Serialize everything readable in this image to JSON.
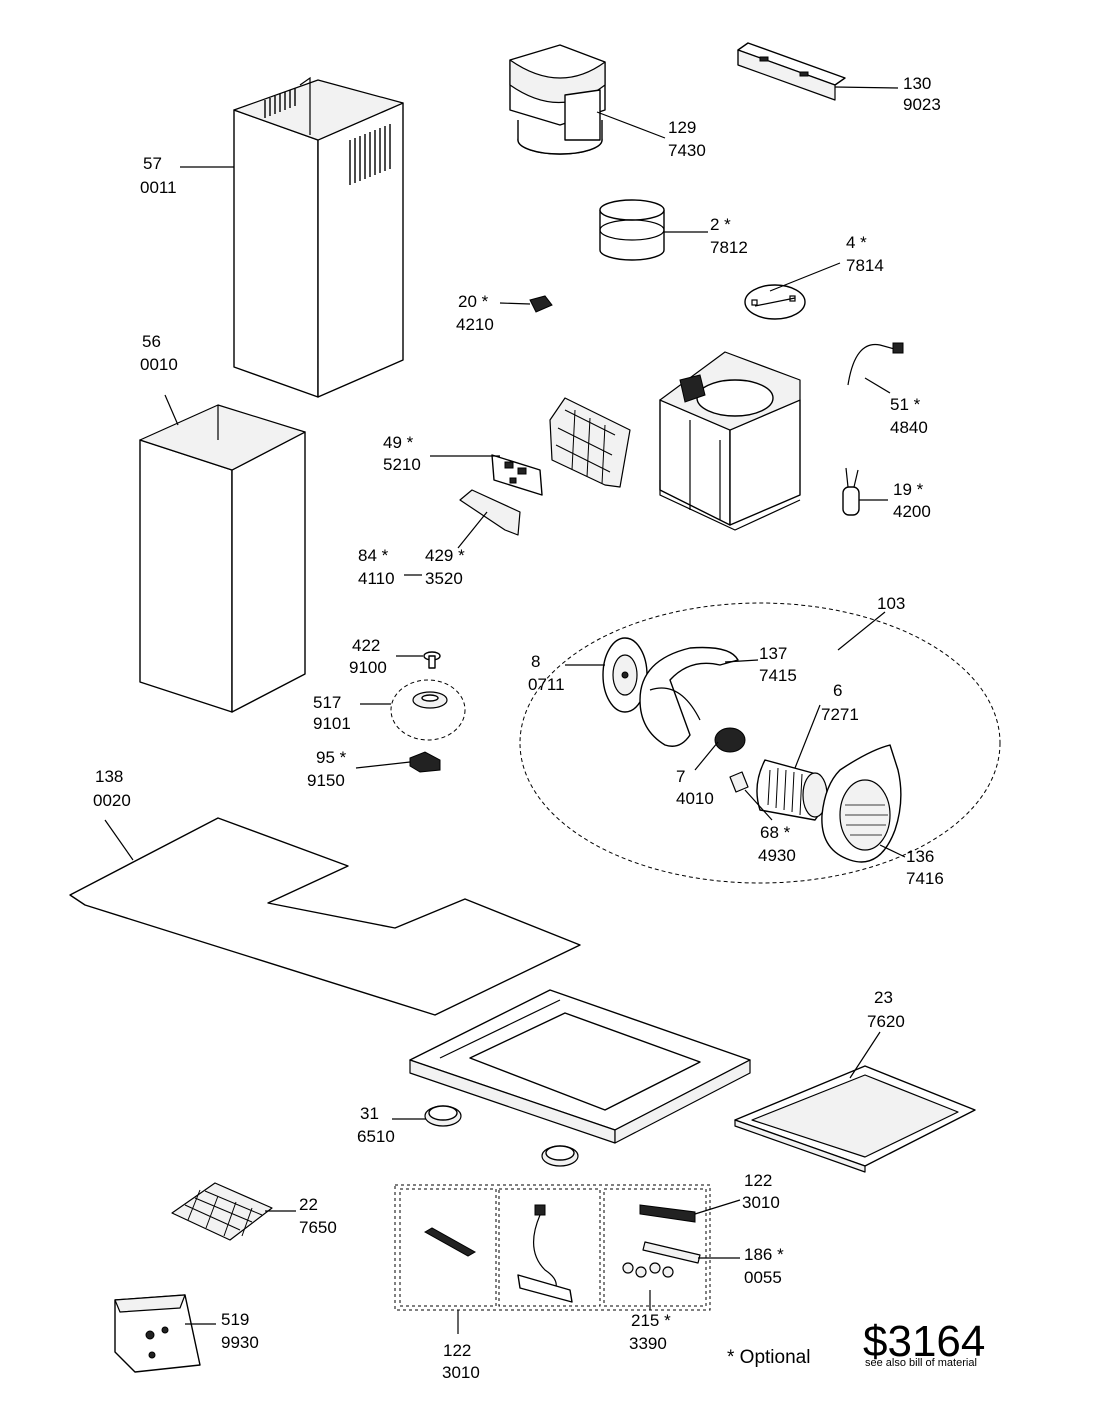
{
  "labels": {
    "p130": {
      "num": "130",
      "code": "9023"
    },
    "p129": {
      "num": "129",
      "code": "7430"
    },
    "p57": {
      "num": "57",
      "code": "0011"
    },
    "p2": {
      "num": "2 *",
      "code": "7812"
    },
    "p4": {
      "num": "4 *",
      "code": "7814"
    },
    "p20": {
      "num": "20 *",
      "code": "4210"
    },
    "p56": {
      "num": "56",
      "code": "0010"
    },
    "p51": {
      "num": "51 *",
      "code": "4840"
    },
    "p49": {
      "num": "49 *",
      "code": "5210"
    },
    "p19": {
      "num": "19 *",
      "code": "4200"
    },
    "p84": {
      "num": "84 *",
      "code": "4110"
    },
    "p429": {
      "num": "429 *",
      "code": "3520"
    },
    "p103": {
      "num": "103"
    },
    "p422": {
      "num": "422",
      "code": "9100"
    },
    "p8": {
      "num": "8",
      "code": "0711"
    },
    "p137": {
      "num": "137",
      "code": "7415"
    },
    "p6": {
      "num": "6",
      "code": "7271"
    },
    "p517": {
      "num": "517",
      "code": "9101"
    },
    "p95": {
      "num": "95 *",
      "code": "9150"
    },
    "p7": {
      "num": "7",
      "code": "4010"
    },
    "p138": {
      "num": "138",
      "code": "0020"
    },
    "p68": {
      "num": "68 *",
      "code": "4930"
    },
    "p136": {
      "num": "136",
      "code": "7416"
    },
    "p23": {
      "num": "23",
      "code": "7620"
    },
    "p31": {
      "num": "31",
      "code": "6510"
    },
    "p122a": {
      "num": "122",
      "code": "3010"
    },
    "p22": {
      "num": "22",
      "code": "7650"
    },
    "p186": {
      "num": "186 *",
      "code": "0055"
    },
    "p519": {
      "num": "519",
      "code": "9930"
    },
    "p215": {
      "num": "215 *",
      "code": "3390"
    },
    "p122b": {
      "num": "122",
      "code": "3010"
    }
  },
  "footer": {
    "optional_note": "* Optional",
    "price": "$3164",
    "price_note": "see also bill of material"
  }
}
